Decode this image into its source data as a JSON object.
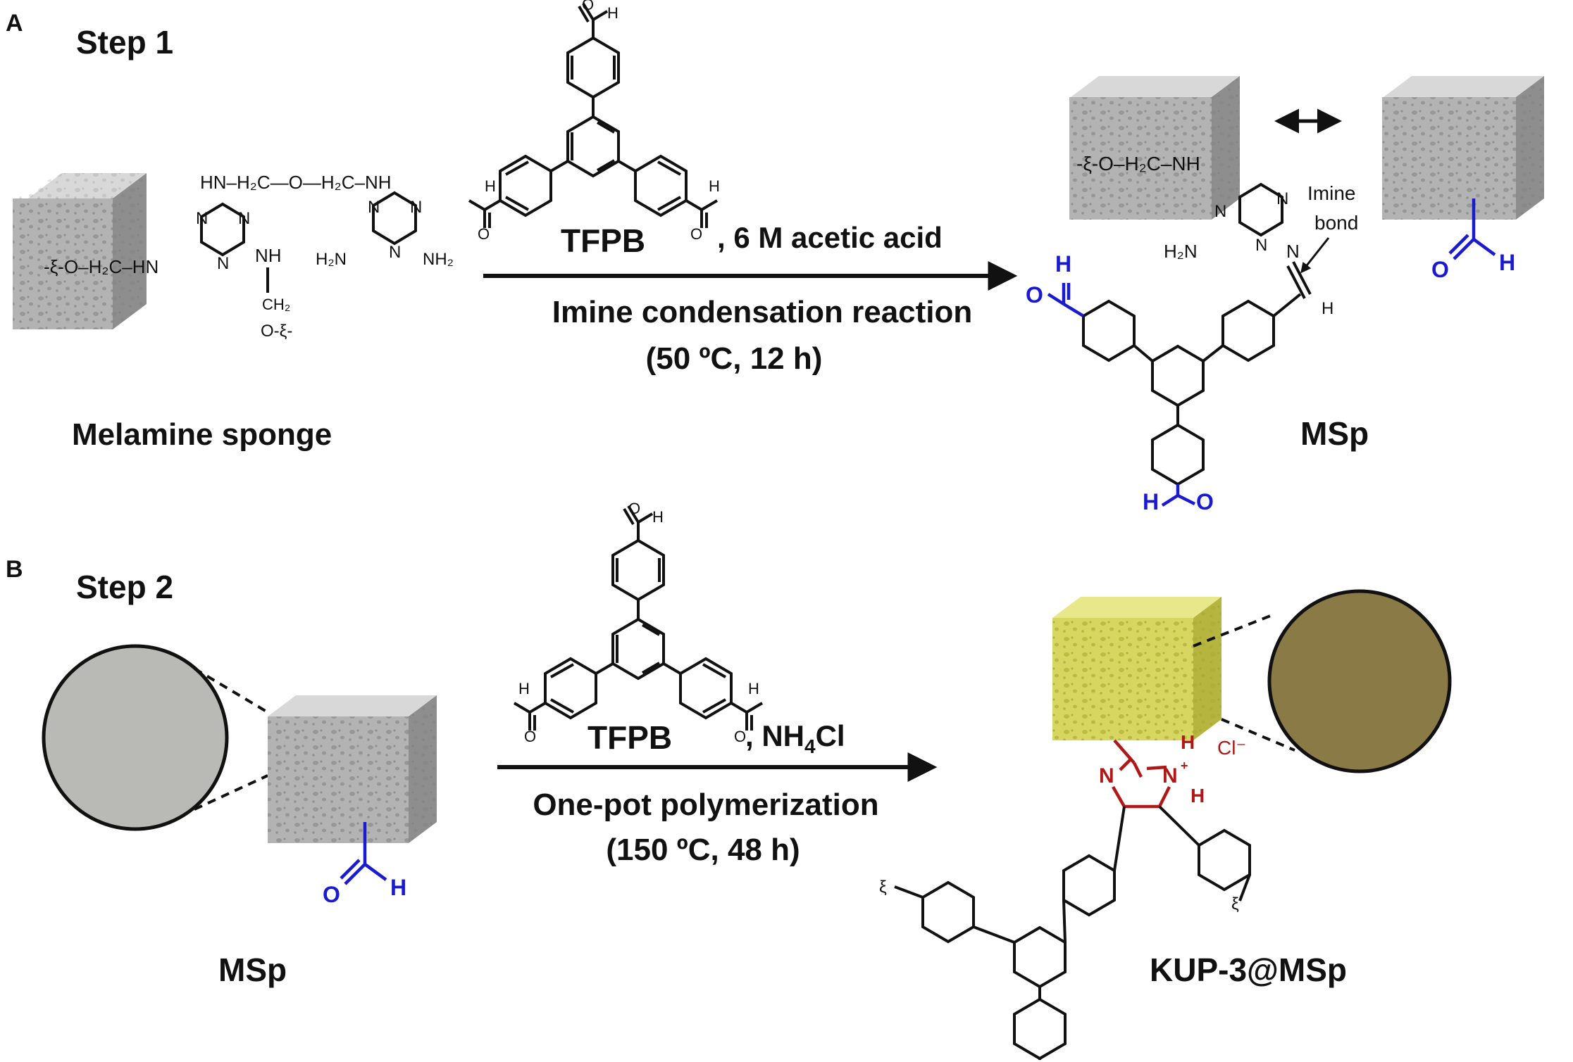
{
  "panelA": {
    "label": "A",
    "step": "Step 1",
    "reagent": "TFPB",
    "conditions_extra": ", 6 M acetic acid",
    "reaction": "Imine condensation reaction",
    "reaction_conditions": "(50 ºC, 12 h)",
    "start_label": "Melamine sponge",
    "product_label": "MSp",
    "imine_note_line1": "Imine",
    "imine_note_line2": "bond"
  },
  "panelB": {
    "label": "B",
    "step": "Step 2",
    "reagent": "TFPB",
    "conditions_extra_prefix": ", NH",
    "conditions_extra_sub": "4",
    "conditions_extra_suffix": "Cl",
    "reaction": "One-pot polymerization",
    "reaction_conditions": "(150 ºC, 48 h)",
    "start_label": "MSp",
    "product_label": "KUP-3@MSp",
    "counterion": "Cl⁻"
  },
  "colors": {
    "sponge_gray": "#a8a8a8",
    "sponge_yellow": "#d6d660",
    "aldehyde_blue": "#1a1ad0",
    "imidazolium_red": "#b01818",
    "zoom_gray": "#b9b9b6",
    "zoom_olive": "#8a7a45"
  }
}
